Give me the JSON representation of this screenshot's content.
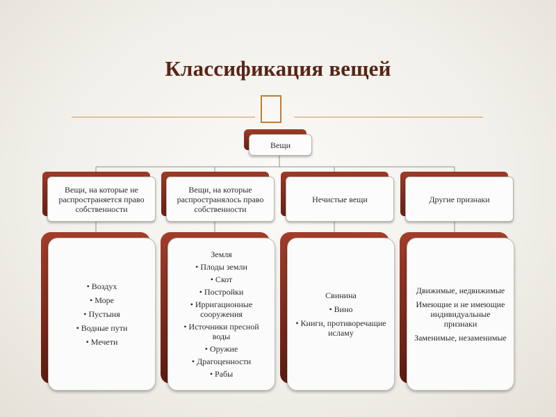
{
  "title": "Классификация вещей",
  "root": {
    "label": "Вещи"
  },
  "categories": [
    {
      "label": "Вещи, на которые не распространяется право собственности",
      "items": [
        "• Воздух",
        "• Море",
        "• Пустыня",
        "• Водные пути",
        "• Мечети"
      ]
    },
    {
      "label": "Вещи, на которые распространялось право собственности",
      "items": [
        "Земля",
        "• Плоды земли",
        "• Скот",
        "• Постройки",
        "• Ирригационные сооружения",
        "• Источники пресной воды",
        "• Оружие",
        "• Драгоценности",
        "• Рабы"
      ]
    },
    {
      "label": "Нечистые вещи",
      "items": [
        "Свинина",
        "• Вино",
        "• Книги, противоречащие исламу"
      ]
    },
    {
      "label": "Другие признаки",
      "items": [
        "Движимые, недвижимые",
        "Имеющие и не имеющие индивидуальные признаки",
        "Заменимые, незаменимые"
      ]
    }
  ],
  "colors": {
    "title": "#5a2317",
    "box_dark": "#7a2a1a",
    "ornament": "#c17d2e",
    "rule": "#c9965e"
  }
}
